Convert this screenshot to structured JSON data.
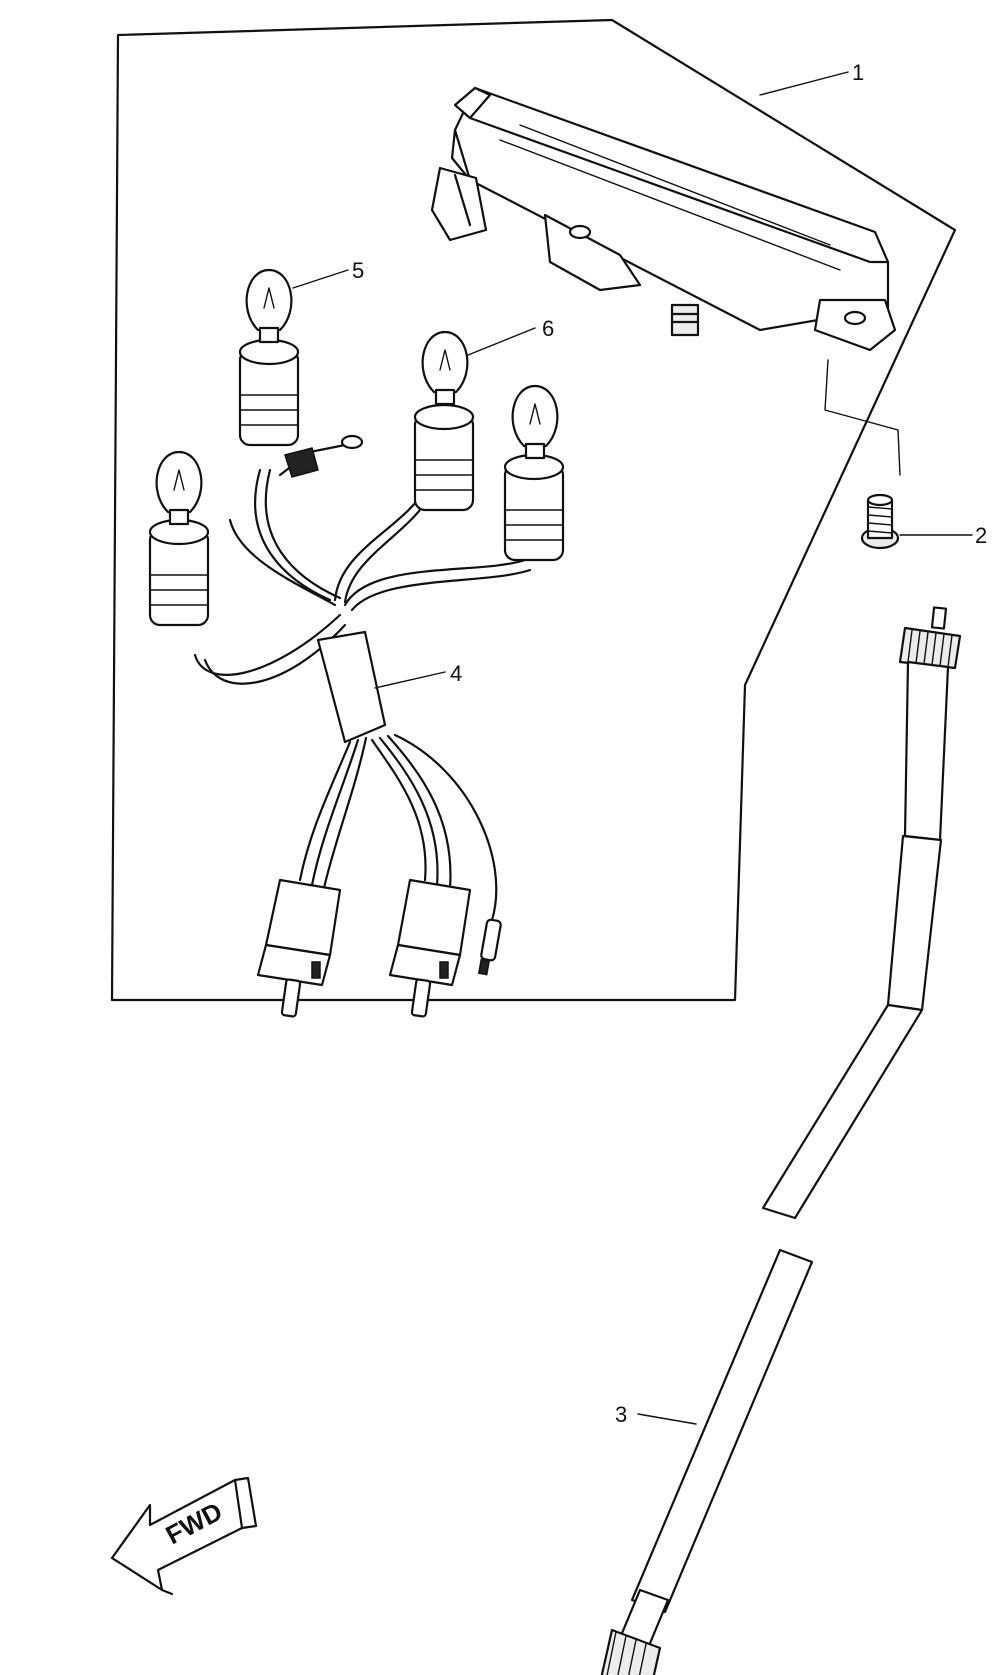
{
  "callouts": {
    "c1": "1",
    "c2": "2",
    "c3": "3",
    "c4": "4",
    "c5": "5",
    "c6": "6"
  },
  "direction": {
    "fwd": "FWD"
  }
}
